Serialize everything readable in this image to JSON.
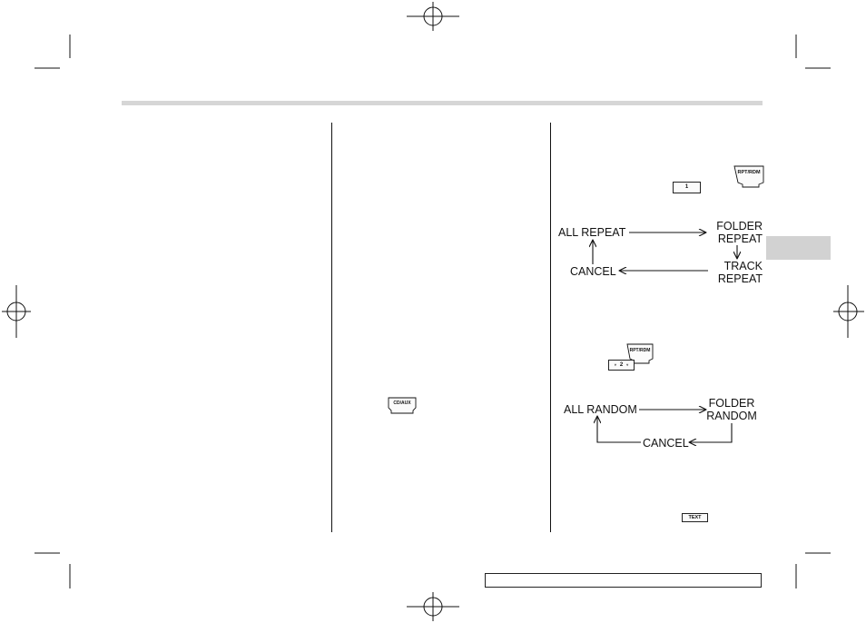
{
  "colors": {
    "header_band": "#d6d6d6",
    "chapter_tab": "#d2d2d2",
    "ink": "#111111"
  },
  "buttons": {
    "rpt_rdm_label": "RPT/RDM",
    "preset_1_label": "1",
    "preset_2_label": "2",
    "cd_aux_label": "CD/AUX",
    "text_label": "TEXT"
  },
  "repeat_diagram": {
    "all_repeat": "ALL REPEAT",
    "folder_repeat": [
      "FOLDER",
      "REPEAT"
    ],
    "track_repeat": [
      "TRACK",
      "REPEAT"
    ],
    "cancel": "CANCEL"
  },
  "random_diagram": {
    "all_random": "ALL RANDOM",
    "folder_random": [
      "FOLDER",
      "RANDOM"
    ],
    "cancel": "CANCEL"
  }
}
